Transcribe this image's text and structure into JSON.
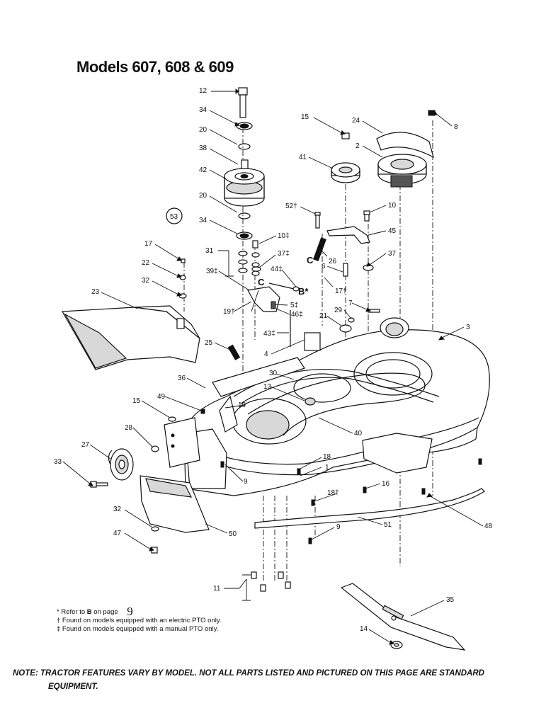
{
  "title": "Models 607, 608 & 609",
  "callouts": [
    "12",
    "34",
    "20",
    "38",
    "42",
    "20",
    "34",
    "53",
    "17",
    "22",
    "32",
    "23",
    "31",
    "39‡",
    "19†",
    "10‡",
    "37‡",
    "44‡",
    "C",
    "B*",
    "5‡",
    "46‡",
    "C",
    "26",
    "6",
    "17†",
    "52†",
    "10",
    "45",
    "37",
    "15",
    "24",
    "8",
    "2",
    "41",
    "7",
    "29",
    "21",
    "43‡",
    "3",
    "25",
    "4",
    "36",
    "13",
    "30",
    "19",
    "49",
    "15",
    "28",
    "27",
    "33",
    "40",
    "18",
    "1",
    "9",
    "18†",
    "16",
    "32",
    "47",
    "50",
    "51",
    "9",
    "48",
    "11",
    "35",
    "14"
  ],
  "circled_callout": "53",
  "footnotes": {
    "refer_prefix": "* Refer to",
    "refer_bold": "B",
    "refer_suffix": "on page",
    "refer_page": "9",
    "electric": "† Found on models equipped with an electric PTO only.",
    "manual": "‡ Found on models equipped with a manual PTO only."
  },
  "note_line1": "NOTE: TRACTOR FEATURES VARY BY MODEL. NOT ALL PARTS LISTED AND PICTURED ON THIS PAGE ARE STANDARD",
  "note_line2": "EQUIPMENT."
}
